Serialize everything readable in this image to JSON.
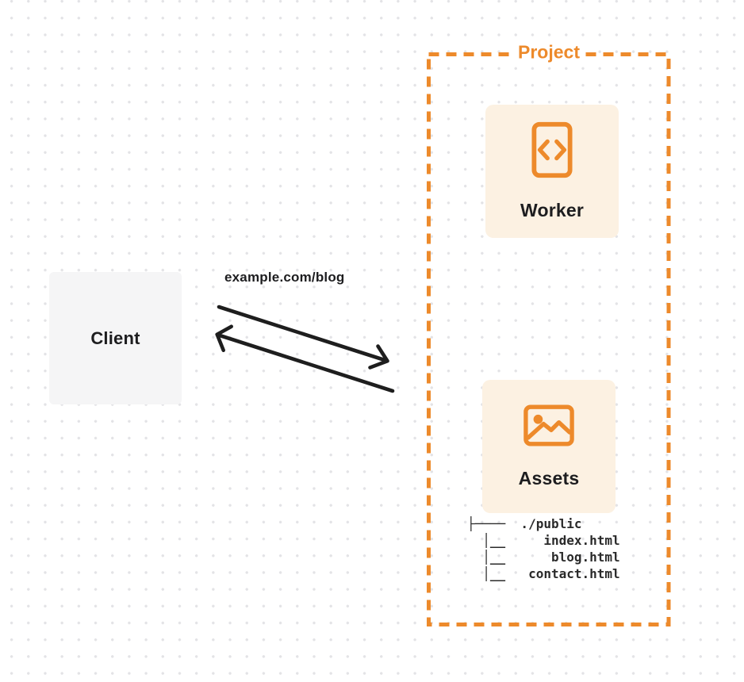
{
  "client": {
    "label": "Client"
  },
  "request": {
    "label": "example.com/blog"
  },
  "project": {
    "title": "Project",
    "worker": {
      "label": "Worker",
      "icon": "code-document-icon"
    },
    "assets": {
      "label": "Assets",
      "icon": "image-icon"
    },
    "file_tree": [
      "├────  ./public",
      "  │__     index.html",
      "  │__      blog.html",
      "  │__   contact.html"
    ]
  },
  "colors": {
    "orange": "#ed8a2b",
    "card_background": "#fcf1e2",
    "client_background": "#f5f5f6",
    "arrow": "#1e1e1e",
    "dot_grid": "#e3e3e6",
    "text_dark": "#1d1d1f"
  }
}
